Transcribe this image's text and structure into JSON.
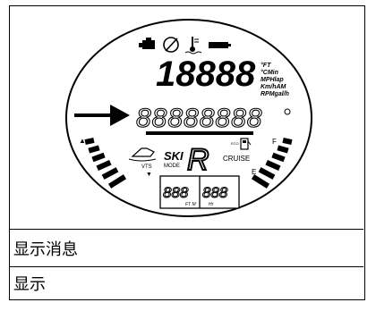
{
  "figure": {
    "readout_main": "18888",
    "readout_segments": "88888888",
    "units": [
      "°FT",
      "°CMin",
      "MPHlap",
      "Km/hAM",
      "RPMgal/h"
    ],
    "ski_label": "SKI",
    "mode_label": "MODE",
    "vts_label": "VTS",
    "cruise_label": "CRUISE",
    "eco_label": "ECO",
    "gear_char": "R",
    "fuel_full": "F",
    "fuel_empty": "E",
    "lower_left_value": "888",
    "lower_left_unit": "FT M",
    "lower_right_value": "888",
    "lower_right_unit": "Hr"
  },
  "table": {
    "row1": "显示消息",
    "row2": "显示"
  }
}
